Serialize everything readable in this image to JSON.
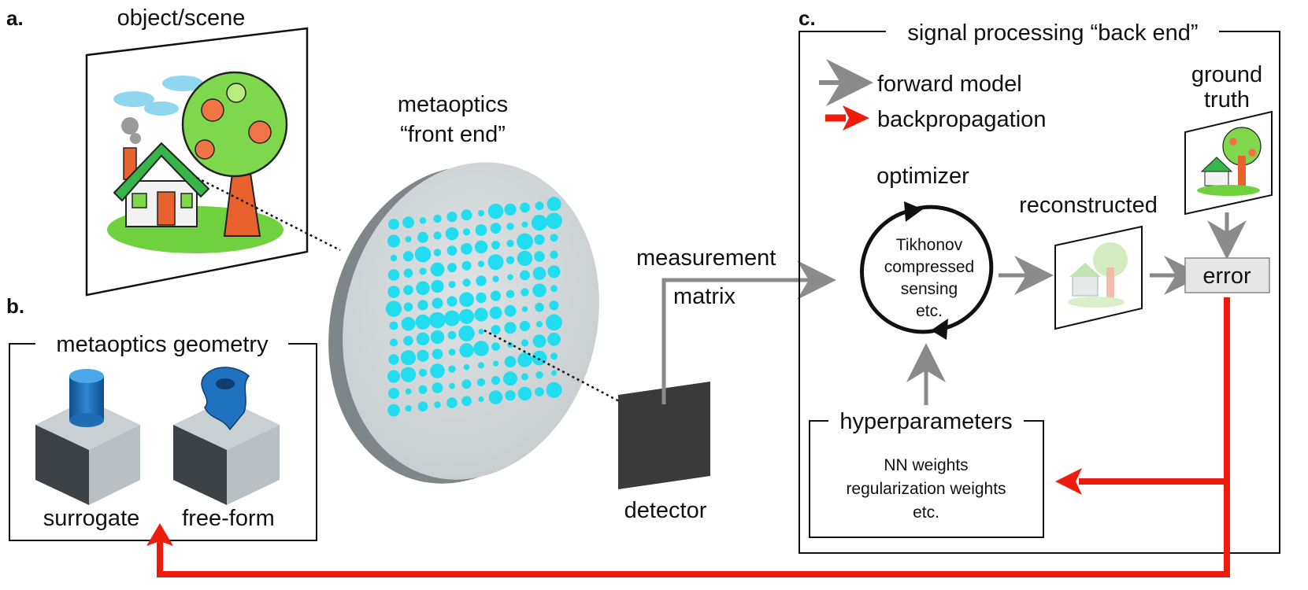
{
  "panels": {
    "a": "a.",
    "b": "b.",
    "c": "c."
  },
  "scene": {
    "title": "object/scene"
  },
  "front_end": {
    "line1": "metaoptics",
    "line2": "“front end”"
  },
  "geometry": {
    "title": "metaoptics geometry",
    "surrogate": "surrogate",
    "free_form": "free-form"
  },
  "measurement": {
    "line1": "measurement",
    "line2": "matrix"
  },
  "detector": "detector",
  "back_end": {
    "title": "signal processing “back end”",
    "legend_forward": "forward model",
    "legend_backprop": "backpropagation",
    "optimizer": "optimizer",
    "optimizer_lines": [
      "Tikhonov",
      "compressed",
      "sensing",
      "etc."
    ],
    "reconstructed": "reconstructed",
    "ground_truth_1": "ground",
    "ground_truth_2": "truth",
    "error": "error",
    "hyperparameters": "hyperparameters",
    "hyper_lines": [
      "NN weights",
      "regularization weights",
      "etc."
    ]
  },
  "colors": {
    "forward_arrow": "#8a8a8a",
    "backprop_arrow": "#ee1c0f",
    "metasurface_dot": "#22dcf0",
    "lens_face": "#d2d8da",
    "detector": "#3a3a3a",
    "error_box": "#e6e6e6"
  }
}
